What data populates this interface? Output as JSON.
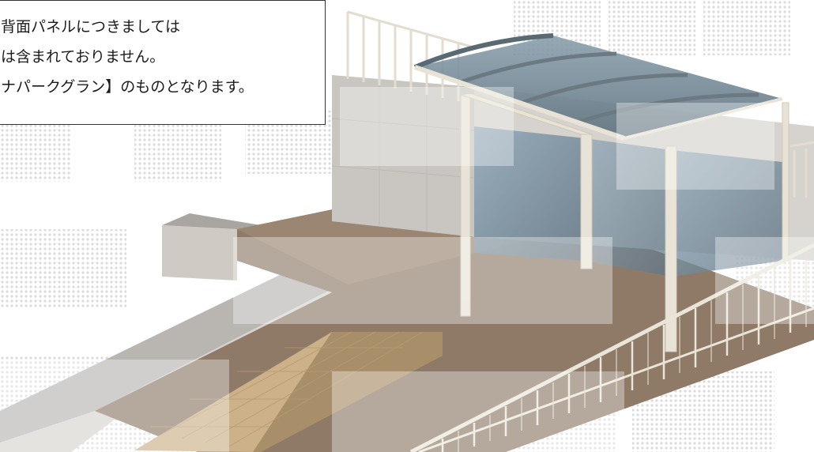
{
  "note": {
    "lines": [
      "背面パネルにつきましては",
      "は含まれておりません。",
      "ナパークグラン】のものとなります。"
    ]
  },
  "image": {
    "subject": "carport-shelter-rendering",
    "colors": {
      "floor": "#8e7a67",
      "roof_panel": "#6f8591",
      "frame": "#e8e3d6",
      "wall": "#c9c6c1",
      "tile": "#cdb189",
      "watermark": "#bfbfbf"
    }
  }
}
